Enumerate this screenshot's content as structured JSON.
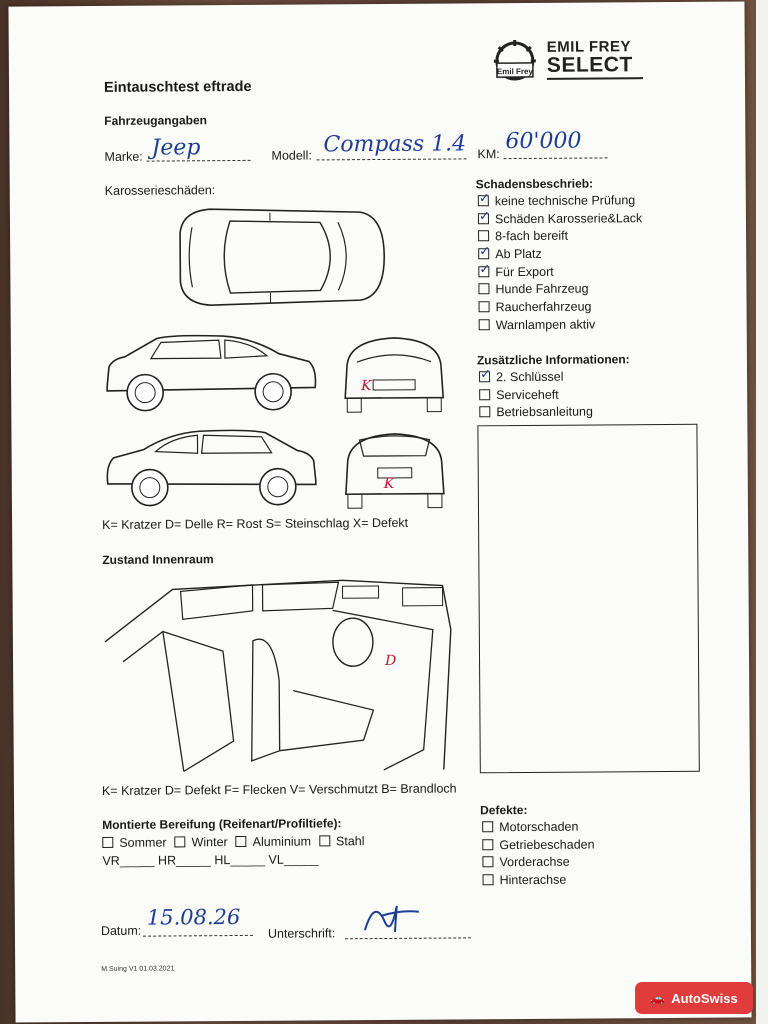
{
  "form": {
    "title": "Eintauschtest eftrade",
    "vehicle_heading": "Fahrzeugangaben",
    "make_label": "Marke:",
    "make_value": "Jeep",
    "model_label": "Modell:",
    "model_value": "Compass 1.4",
    "km_label": "KM:",
    "km_value": "60'000",
    "body_damage_heading": "Karosserieschäden:",
    "body_legend": "K= Kratzer D= Delle R= Rost S= Steinschlag X= Defekt",
    "interior_heading": "Zustand Innenraum",
    "interior_legend": "K= Kratzer D= Defekt F= Flecken V= Verschmutzt B= Brandloch",
    "body_marks": [
      "K",
      "K"
    ],
    "interior_mark": "D"
  },
  "logo": {
    "brand_top": "EMIL FREY",
    "brand_bottom": "SELECT",
    "emblem": "Emil Frey"
  },
  "damage_description": {
    "heading": "Schadensbeschrieb:",
    "items": [
      {
        "label": "keine technische Prüfung",
        "checked": true
      },
      {
        "label": "Schäden Karosserie&Lack",
        "checked": true
      },
      {
        "label": "8-fach bereift",
        "checked": false
      },
      {
        "label": "Ab Platz",
        "checked": true
      },
      {
        "label": "Für Export",
        "checked": true
      },
      {
        "label": "Hunde Fahrzeug",
        "checked": false
      },
      {
        "label": "Raucherfahrzeug",
        "checked": false
      },
      {
        "label": "Warnlampen aktiv",
        "checked": false
      }
    ]
  },
  "additional_info": {
    "heading": "Zusätzliche Informationen:",
    "items": [
      {
        "label": "2. Schlüssel",
        "checked": true
      },
      {
        "label": "Serviceheft",
        "checked": false
      },
      {
        "label": "Betriebsanleitung",
        "checked": false
      }
    ]
  },
  "tires": {
    "heading": "Montierte Bereifung (Reifenart/Profiltiefe):",
    "types": [
      "Sommer",
      "Winter",
      "Aluminium",
      "Stahl"
    ],
    "depths": "VR_____ HR_____ HL_____ VL_____"
  },
  "defects": {
    "heading": "Defekte:",
    "items": [
      "Motorschaden",
      "Getriebeschaden",
      "Vorderachse",
      "Hinterachse"
    ]
  },
  "footer": {
    "date_label": "Datum:",
    "date_value": "15.08.26",
    "signature_label": "Unterschrift:",
    "version": "M.Suing V1 01.03.2021"
  },
  "watermark": {
    "label": "AutoSwiss"
  },
  "colors": {
    "ink": "#1c3c9a",
    "red_mark": "#c0182a",
    "watermark": "#e23b3b"
  }
}
